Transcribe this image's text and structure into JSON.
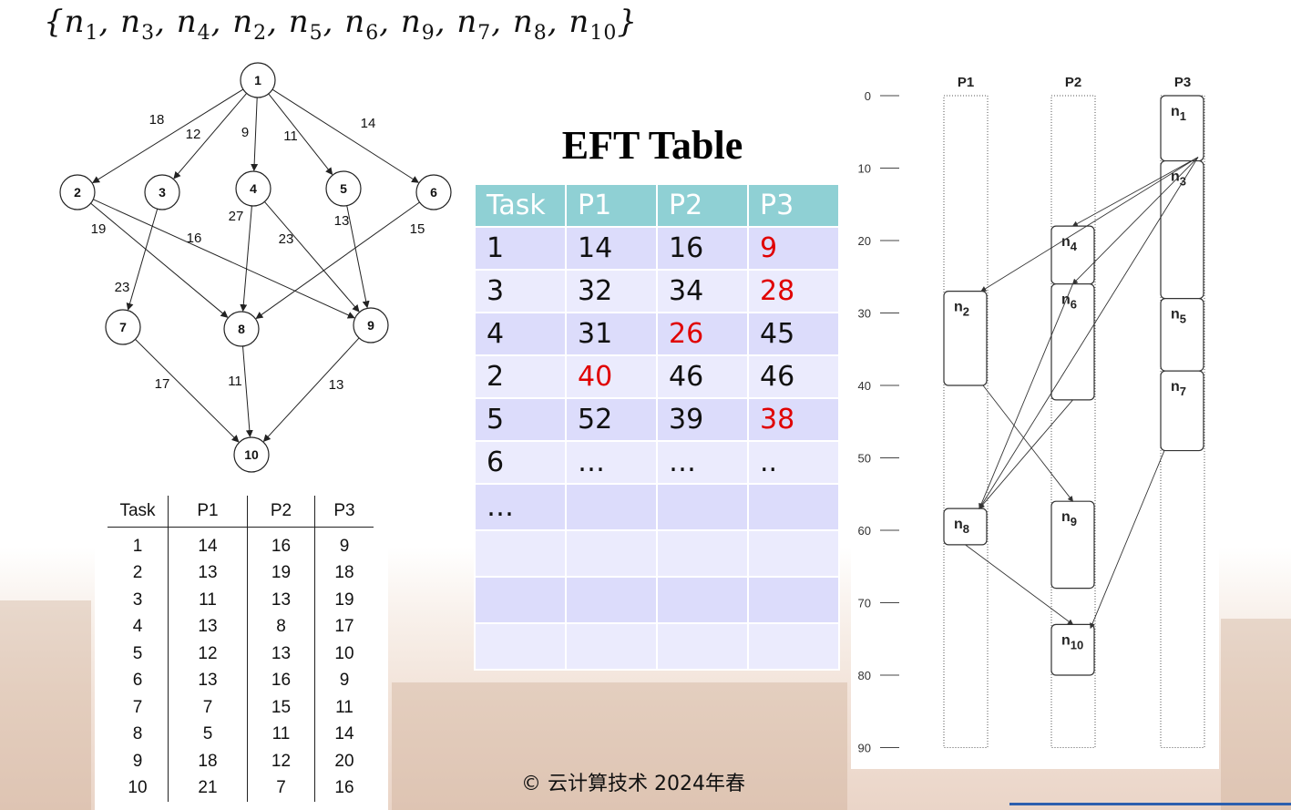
{
  "order_text": "{n1, n3, n4, n2, n5, n6, n9, n7, n8, n10}",
  "order_nodes": [
    "1",
    "3",
    "4",
    "2",
    "5",
    "6",
    "9",
    "7",
    "8",
    "10"
  ],
  "dag": {
    "nodes": [
      {
        "id": "1",
        "label": "1"
      },
      {
        "id": "2",
        "label": "2"
      },
      {
        "id": "3",
        "label": "3"
      },
      {
        "id": "4",
        "label": "4"
      },
      {
        "id": "5",
        "label": "5"
      },
      {
        "id": "6",
        "label": "6"
      },
      {
        "id": "7",
        "label": "7"
      },
      {
        "id": "8",
        "label": "8"
      },
      {
        "id": "9",
        "label": "9"
      },
      {
        "id": "10",
        "label": "10"
      }
    ],
    "edges": [
      {
        "from": "1",
        "to": "2",
        "weight": "18"
      },
      {
        "from": "1",
        "to": "3",
        "weight": "12"
      },
      {
        "from": "1",
        "to": "4",
        "weight": "9"
      },
      {
        "from": "1",
        "to": "5",
        "weight": "11"
      },
      {
        "from": "1",
        "to": "6",
        "weight": "14"
      },
      {
        "from": "2",
        "to": "8",
        "weight": "19"
      },
      {
        "from": "2",
        "to": "9",
        "weight": "16"
      },
      {
        "from": "3",
        "to": "7",
        "weight": "23"
      },
      {
        "from": "4",
        "to": "8",
        "weight": "27"
      },
      {
        "from": "4",
        "to": "9",
        "weight": "23"
      },
      {
        "from": "5",
        "to": "9",
        "weight": "13"
      },
      {
        "from": "6",
        "to": "8",
        "weight": "15"
      },
      {
        "from": "7",
        "to": "10",
        "weight": "17"
      },
      {
        "from": "8",
        "to": "10",
        "weight": "11"
      },
      {
        "from": "9",
        "to": "10",
        "weight": "13"
      }
    ]
  },
  "computation_table": {
    "headers": [
      "Task",
      "P1",
      "P2",
      "P3"
    ],
    "rows": [
      [
        "1",
        "14",
        "16",
        "9"
      ],
      [
        "2",
        "13",
        "19",
        "18"
      ],
      [
        "3",
        "11",
        "13",
        "19"
      ],
      [
        "4",
        "13",
        "8",
        "17"
      ],
      [
        "5",
        "12",
        "13",
        "10"
      ],
      [
        "6",
        "13",
        "16",
        "9"
      ],
      [
        "7",
        "7",
        "15",
        "11"
      ],
      [
        "8",
        "5",
        "11",
        "14"
      ],
      [
        "9",
        "18",
        "12",
        "20"
      ],
      [
        "10",
        "21",
        "7",
        "16"
      ]
    ]
  },
  "eft_table": {
    "title": "EFT Table",
    "headers": [
      "Task",
      "P1",
      "P2",
      "P3"
    ],
    "rows": [
      {
        "cells": [
          "1",
          "14",
          "16",
          "9"
        ],
        "highlight": 3
      },
      {
        "cells": [
          "3",
          "32",
          "34",
          "28"
        ],
        "highlight": 3
      },
      {
        "cells": [
          "4",
          "31",
          "26",
          "45"
        ],
        "highlight": 2
      },
      {
        "cells": [
          "2",
          "40",
          "46",
          "46"
        ],
        "highlight": 1
      },
      {
        "cells": [
          "5",
          "52",
          "39",
          "38"
        ],
        "highlight": 3
      },
      {
        "cells": [
          "6",
          "…",
          "…",
          ".."
        ],
        "highlight": -1
      },
      {
        "cells": [
          "…",
          "",
          "",
          ""
        ],
        "highlight": -1
      },
      {
        "cells": [
          "",
          "",
          "",
          ""
        ],
        "highlight": -1
      },
      {
        "cells": [
          "",
          "",
          "",
          ""
        ],
        "highlight": -1
      },
      {
        "cells": [
          "",
          "",
          "",
          ""
        ],
        "highlight": -1
      }
    ],
    "highlight_color": "#e00000",
    "header_color": "#8fd0d4"
  },
  "gantt": {
    "processors": [
      "P1",
      "P2",
      "P3"
    ],
    "ticks": [
      "0",
      "10",
      "20",
      "30",
      "40",
      "50",
      "60",
      "70",
      "80",
      "90"
    ],
    "time_max": 90,
    "tasks": [
      {
        "label": "n",
        "sub": "1",
        "proc": "P3",
        "start": 0,
        "end": 9
      },
      {
        "label": "n",
        "sub": "3",
        "proc": "P3",
        "start": 9,
        "end": 28
      },
      {
        "label": "n",
        "sub": "5",
        "proc": "P3",
        "start": 28,
        "end": 38
      },
      {
        "label": "n",
        "sub": "7",
        "proc": "P3",
        "start": 38,
        "end": 49
      },
      {
        "label": "n",
        "sub": "4",
        "proc": "P2",
        "start": 18,
        "end": 26
      },
      {
        "label": "n",
        "sub": "6",
        "proc": "P2",
        "start": 26,
        "end": 42
      },
      {
        "label": "n",
        "sub": "9",
        "proc": "P2",
        "start": 56,
        "end": 68
      },
      {
        "label": "n",
        "sub": "10",
        "proc": "P2",
        "start": 73,
        "end": 80
      },
      {
        "label": "n",
        "sub": "2",
        "proc": "P1",
        "start": 27,
        "end": 40
      },
      {
        "label": "n",
        "sub": "8",
        "proc": "P1",
        "start": 57,
        "end": 62
      }
    ],
    "arrows": [
      {
        "from": "1",
        "to": "2"
      },
      {
        "from": "1",
        "to": "4"
      },
      {
        "from": "1",
        "to": "6"
      },
      {
        "from": "1",
        "to": "8"
      },
      {
        "from": "4",
        "to": "8"
      },
      {
        "from": "6",
        "to": "8"
      },
      {
        "from": "2",
        "to": "9"
      },
      {
        "from": "8",
        "to": "10"
      },
      {
        "from": "7",
        "to": "10"
      }
    ]
  },
  "footer": "© 云计算技术 2024年春"
}
